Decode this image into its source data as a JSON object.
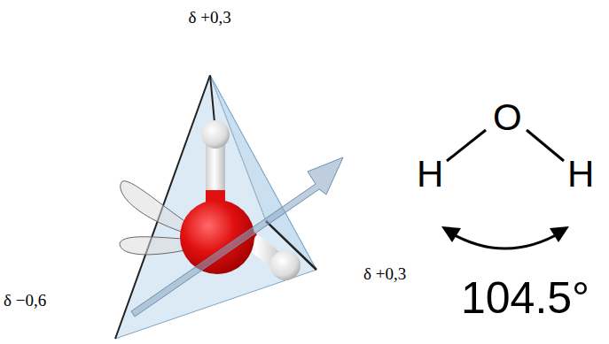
{
  "diagram": {
    "labels": [
      "δ +0,3",
      "δ −0,6",
      "δ +0,3",
      "H",
      "O",
      "H",
      "104.5°"
    ]
  }
}
